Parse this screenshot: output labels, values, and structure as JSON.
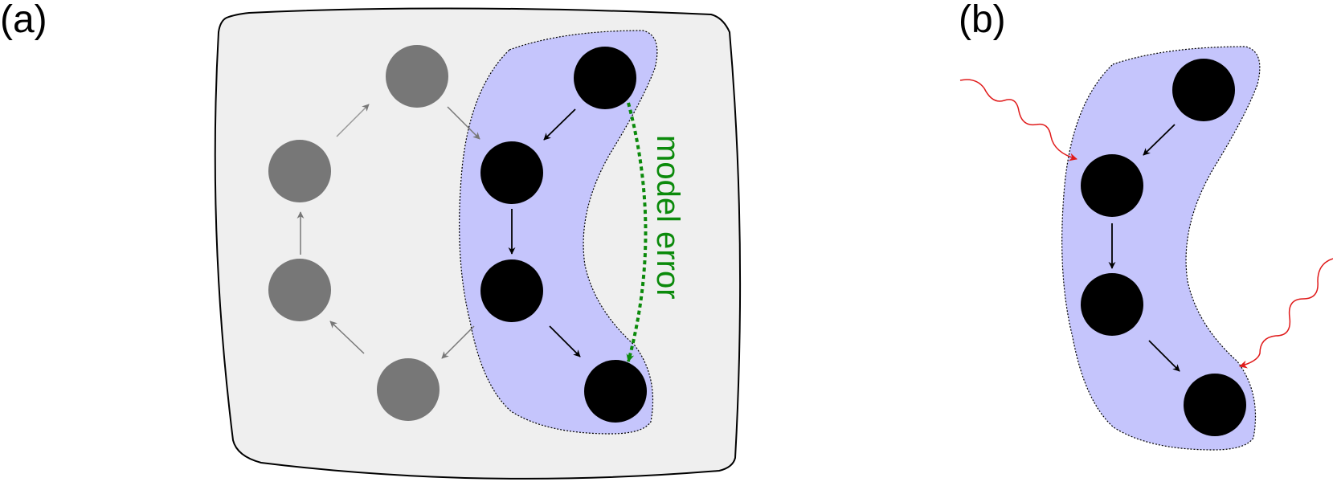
{
  "panel_a": {
    "label": "(a)",
    "error_label": "model error"
  },
  "panel_b": {
    "label": "(b)"
  },
  "colors": {
    "outer_region_fill": "#efefef",
    "subset_fill": "#c5c5fc",
    "node_active": "#000000",
    "node_inactive": "#777777",
    "error_arrow": "#0b8a0b",
    "perturbation": "#e01b1b"
  }
}
